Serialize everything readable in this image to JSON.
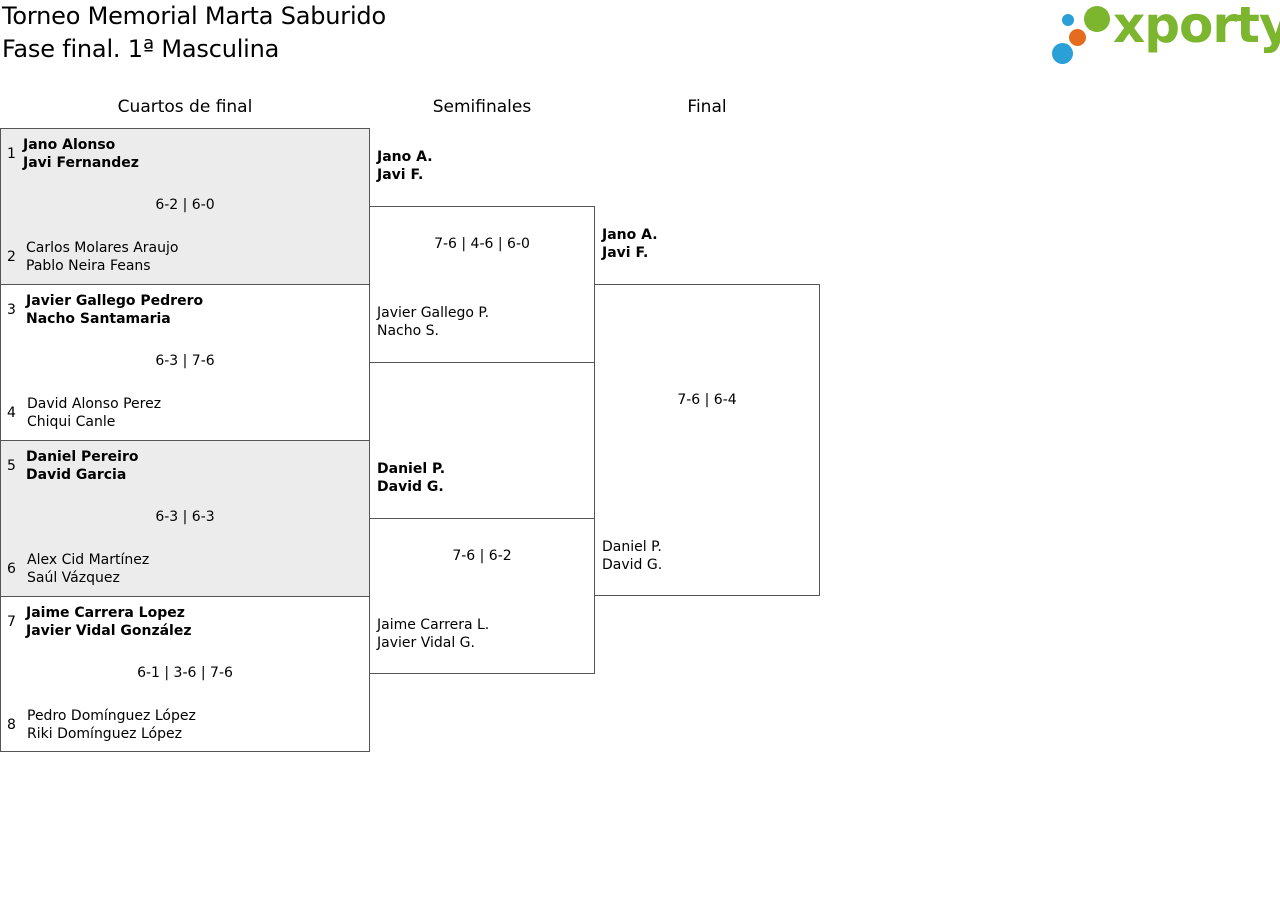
{
  "header": {
    "title_line1": "Torneo Memorial Marta Saburido",
    "title_line2": "Fase final. 1ª Masculina",
    "logo_text": "xporty"
  },
  "rounds": {
    "quarters": "Cuartos de final",
    "semis": "Semifinales",
    "final": "Final"
  },
  "quarterfinals": [
    {
      "top": {
        "seed": "1",
        "p1": "Jano Alonso",
        "p2": "Javi Fernandez"
      },
      "score": "6-2 | 6-0",
      "bottom": {
        "seed": "2",
        "p1": "Carlos Molares Araujo",
        "p2": "Pablo Neira Feans"
      }
    },
    {
      "top": {
        "seed": "3",
        "p1": "Javier Gallego Pedrero",
        "p2": "Nacho Santamaria"
      },
      "score": "6-3 | 7-6",
      "bottom": {
        "seed": "4",
        "p1": "David Alonso Perez",
        "p2": "Chiqui Canle"
      }
    },
    {
      "top": {
        "seed": "5",
        "p1": "Daniel Pereiro",
        "p2": "David Garcia"
      },
      "score": "6-3 | 6-3",
      "bottom": {
        "seed": "6",
        "p1": "Alex Cid Martínez",
        "p2": "Saúl Vázquez"
      }
    },
    {
      "top": {
        "seed": "7",
        "p1": "Jaime Carrera Lopez",
        "p2": "Javier Vidal González"
      },
      "score": "6-1 | 3-6 | 7-6",
      "bottom": {
        "seed": "8",
        "p1": "Pedro Domínguez López",
        "p2": "Riki Domínguez López"
      }
    }
  ],
  "semifinals": [
    {
      "top": {
        "p1": "Jano A.",
        "p2": "Javi F."
      },
      "score": "7-6 | 4-6 | 6-0",
      "bottom": {
        "p1": "Javier Gallego P.",
        "p2": "Nacho S."
      }
    },
    {
      "top": {
        "p1": "Daniel P.",
        "p2": "David G."
      },
      "score": "7-6 | 6-2",
      "bottom": {
        "p1": "Jaime Carrera L.",
        "p2": "Javier Vidal G."
      }
    }
  ],
  "final": {
    "top": {
      "p1": "Jano A.",
      "p2": "Javi F."
    },
    "score": "7-6 | 6-4",
    "bottom": {
      "p1": "Daniel P.",
      "p2": "David G."
    }
  }
}
